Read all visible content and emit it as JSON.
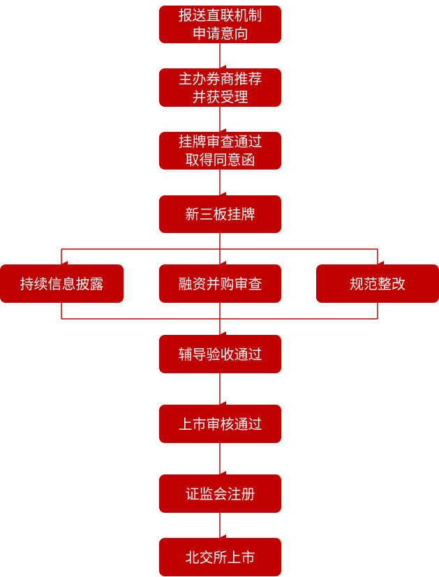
{
  "colors": {
    "box": "#C00000",
    "line": "#C00000",
    "text": "#FFFFFF"
  },
  "steps": [
    {
      "label": "报送直联机制\n申请意向"
    },
    {
      "label": "主办券商推荐\n并获受理"
    },
    {
      "label": "挂牌审查通过\n取得同意函"
    },
    {
      "label": "新三板挂牌"
    },
    {
      "label": "持续信息披露"
    },
    {
      "label": "融资并购审查"
    },
    {
      "label": "规范整改"
    },
    {
      "label": "辅导验收通过"
    },
    {
      "label": "上市审核通过"
    },
    {
      "label": "证监会注册"
    },
    {
      "label": "北交所上市"
    }
  ]
}
